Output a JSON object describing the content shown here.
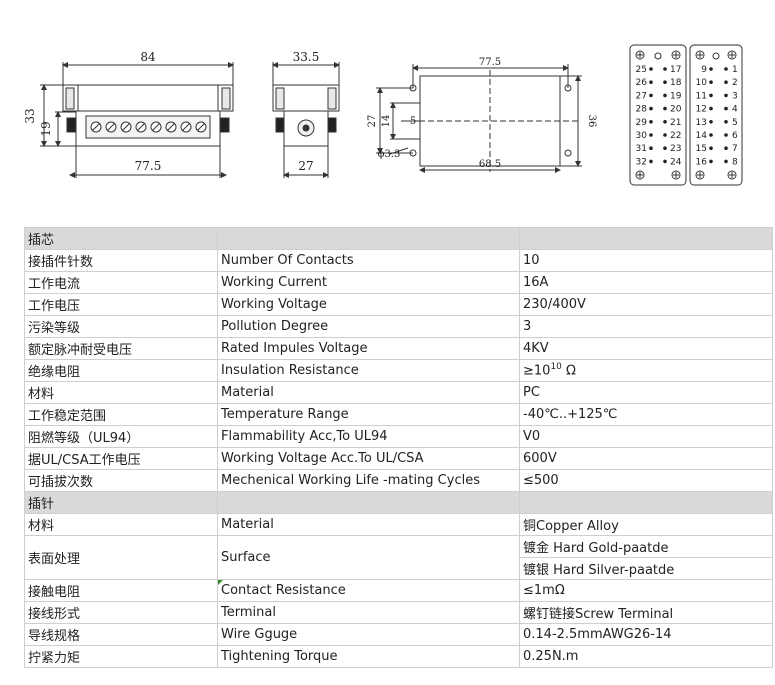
{
  "drawing": {
    "front": {
      "width_top": "84",
      "width_bottom": "77.5",
      "height_total": "33",
      "height_lower": "19"
    },
    "side": {
      "width_top": "33.5",
      "width_bottom": "27"
    },
    "mount": {
      "length_top": "77.5",
      "length_bottom": "68.5",
      "height_right": "36",
      "height_left": "27",
      "inner_height": "14",
      "offset": "5",
      "hole": "ϕ3.3"
    },
    "pinout_left": {
      "rows": [
        [
          "25",
          "17"
        ],
        [
          "26",
          "18"
        ],
        [
          "27",
          "19"
        ],
        [
          "28",
          "20"
        ],
        [
          "29",
          "21"
        ],
        [
          "30",
          "22"
        ],
        [
          "31",
          "23"
        ],
        [
          "32",
          "24"
        ]
      ]
    },
    "pinout_right": {
      "rows": [
        [
          "9",
          "1"
        ],
        [
          "10",
          "2"
        ],
        [
          "11",
          "3"
        ],
        [
          "12",
          "4"
        ],
        [
          "13",
          "5"
        ],
        [
          "14",
          "6"
        ],
        [
          "15",
          "7"
        ],
        [
          "16",
          "8"
        ]
      ]
    }
  },
  "table": {
    "section_insert": "插芯",
    "rows_insert": [
      {
        "zh": "接插件针数",
        "en": "Number Of Contacts",
        "val": "10"
      },
      {
        "zh": "工作电流",
        "en": "Working Current",
        "val": "16A"
      },
      {
        "zh": "工作电压",
        "en": "Working Voltage",
        "val": "230/400V"
      },
      {
        "zh": "污染等级",
        "en": "Pollution Degree",
        "val": "3"
      },
      {
        "zh": "额定脉冲耐受电压",
        "en": "Rated Impules Voltage",
        "val": "4KV"
      },
      {
        "zh": "绝缘电阻",
        "en": "Insulation Resistance",
        "val": "≥10",
        "sup": "10",
        "unit": " Ω"
      },
      {
        "zh": "材料",
        "en": "Material",
        "val": "PC"
      },
      {
        "zh": "工作稳定范围",
        "en": "Temperature Range",
        "val": "-40℃..+125℃"
      },
      {
        "zh": "阻燃等级（UL94）",
        "en": "Flammability Acc,To UL94",
        "val": "V0"
      },
      {
        "zh": "据UL/CSA工作电压",
        "en": "Working Voltage Acc.To UL/CSA",
        "val": "600V"
      },
      {
        "zh": "可插拔次数",
        "en": "Mechenical Working Life -mating Cycles",
        "val": "≤500"
      }
    ],
    "section_pin": "插针",
    "rows_pin": [
      {
        "zh": "材料",
        "en": "Material",
        "val": "铜Copper Alloy"
      },
      {
        "zh": "表面处理",
        "en": "Surface",
        "val": "镀金 Hard Gold-paatde",
        "val2": "镀银 Hard Silver-paatde"
      },
      {
        "zh": "接触电阻",
        "en": "Contact Resistance",
        "val": "≤1mΩ"
      },
      {
        "zh": "接线形式",
        "en": "Terminal",
        "val": "螺钉链接Screw Terminal"
      },
      {
        "zh": "导线规格",
        "en": "Wire Gguge",
        "val": "0.14-2.5mmAWG26-14"
      },
      {
        "zh": "拧紧力矩",
        "en": "Tightening Torque",
        "val": "0.25N.m"
      }
    ]
  }
}
